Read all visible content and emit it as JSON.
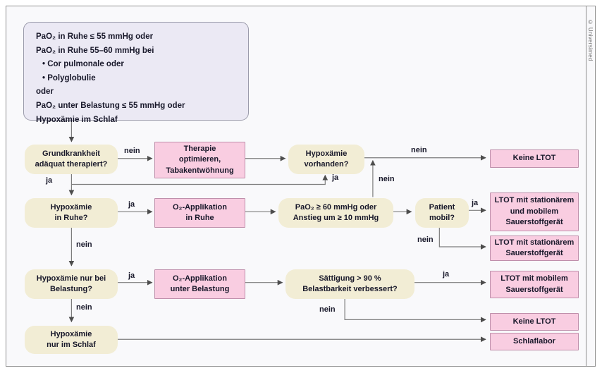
{
  "copyright": "© Universimed",
  "labels": {
    "ja": "ja",
    "nein": "nein"
  },
  "colors": {
    "decision_fill": "#f2edd5",
    "action_fill": "#f9cde1",
    "action_border": "#bf8fab",
    "criteria_fill": "#ebe9f4",
    "line": "#7d7d7d",
    "arrow": "#4d4d4d",
    "text": "#18182a"
  },
  "nodes": {
    "criteria": {
      "lines": [
        "PaO₂ in Ruhe ≤ 55 mmHg oder",
        "PaO₂ in Ruhe 55–60 mmHg bei",
        "• Cor pulmonale oder",
        "• Polyglobulie",
        "oder",
        "PaO₂ unter Belastung ≤ 55 mmHg oder",
        "Hypoxämie im Schlaf"
      ]
    },
    "grundkrankheit": {
      "lines": [
        "Grundkrankheit",
        "adäquat therapiert?"
      ]
    },
    "therapie": {
      "lines": [
        "Therapie",
        "optimieren,",
        "Tabakentwöhnung"
      ]
    },
    "hypox_vorhanden": {
      "lines": [
        "Hypoxämie",
        "vorhanden?"
      ]
    },
    "keine_ltot_oben": {
      "lines": [
        "Keine LTOT"
      ]
    },
    "hypox_ruhe": {
      "lines": [
        "Hypoxämie",
        "in Ruhe?"
      ]
    },
    "o2_ruhe": {
      "lines": [
        "O₂-Applikation",
        "in Ruhe"
      ]
    },
    "pao2_60": {
      "lines": [
        "PaO₂ ≥ 60 mmHg oder",
        "Anstieg um ≥ 10 mmHg"
      ]
    },
    "patient_mobil": {
      "lines": [
        "Patient",
        "mobil?"
      ]
    },
    "ltot_stat_mobil": {
      "lines": [
        "LTOT mit stationärem",
        "und mobilem",
        "Sauerstoffgerät"
      ]
    },
    "ltot_stat": {
      "lines": [
        "LTOT mit stationärem",
        "Sauerstoffgerät"
      ]
    },
    "hypox_belastung": {
      "lines": [
        "Hypoxämie nur bei",
        "Belastung?"
      ]
    },
    "o2_belastung": {
      "lines": [
        "O₂-Applikation",
        "unter Belastung"
      ]
    },
    "saettigung": {
      "lines": [
        "Sättigung > 90 %",
        "Belastbarkeit verbessert?"
      ]
    },
    "ltot_mobil": {
      "lines": [
        "LTOT mit mobilem",
        "Sauerstoffgerät"
      ]
    },
    "keine_ltot_unten": {
      "lines": [
        "Keine LTOT"
      ]
    },
    "schlaflabor": {
      "lines": [
        "Schlaflabor"
      ]
    },
    "hypox_schlaf": {
      "lines": [
        "Hypoxämie",
        "nur im Schlaf"
      ]
    }
  }
}
